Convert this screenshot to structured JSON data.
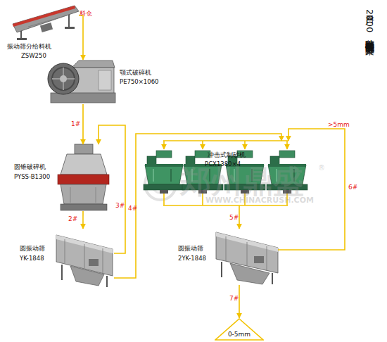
{
  "diagram": {
    "title": "日产2000吨花岗岩制砂生产线传统选型方案",
    "nodes": [
      {
        "text": [
          "振动筛分给料机",
          "ZSW250"
        ]
      },
      {
        "text": [
          "颚式破碎机",
          "PE750×1060"
        ]
      },
      {
        "text": [
          "圆锥破碎机",
          "PYSS-B1300"
        ]
      },
      {
        "text": [
          "圆振动筛",
          "YK-1848"
        ]
      },
      {
        "text": [
          "冲击式制砂机",
          "PCX1380×4"
        ]
      },
      {
        "text": [
          "圆振动筛",
          "2YK-1848"
        ]
      },
      {
        "text": [
          "0-5mm"
        ]
      }
    ],
    "edges": [
      {
        "from": 0,
        "to": 1,
        "arrow": "to"
      },
      {
        "from": 1,
        "to": 2,
        "label": "1#",
        "arrow": "to"
      },
      {
        "from": 2,
        "to": 3,
        "label": "2#",
        "arrow": "to"
      },
      {
        "from": 3,
        "to": 2,
        "label": "3#",
        "arrow": "to"
      },
      {
        "from": 3,
        "to": 4,
        "label": "4#",
        "arrow": "to"
      },
      {
        "from": 4,
        "to": 5,
        "label": "5#",
        "arrow": "to"
      },
      {
        "from": 5,
        "to": 4,
        "label": "6#",
        "arrow": "to"
      },
      {
        "from": 5,
        "to": 6,
        "label": "7#",
        "arrow": "to"
      }
    ],
    "labels": [
      "料仓",
      ">5mm",
      "郑州鼎盛",
      "®",
      "WWW.CHINACRUSH.COM"
    ]
  }
}
